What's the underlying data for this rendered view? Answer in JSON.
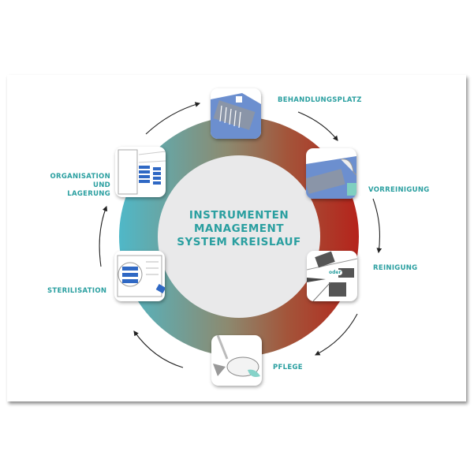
{
  "title": [
    "INSTRUMENTEN",
    "MANAGEMENT",
    "SYSTEM KREISLAUF"
  ],
  "steps": [
    {
      "label": "BEHANDLUNGSPLATZ",
      "icon": "treatment-tray-icon"
    },
    {
      "label": "VORREINIGUNG",
      "icon": "pre-cleaning-icon"
    },
    {
      "label": "REINIGUNG",
      "icon": "cleaning-icon",
      "badge": "oder"
    },
    {
      "label": "PFLEGE",
      "icon": "care-oil-icon"
    },
    {
      "label": "STERILISATION",
      "icon": "sterilizer-icon"
    },
    {
      "label": "ORGANISATION",
      "label2": "UND LAGERUNG",
      "icon": "storage-cabinet-icon"
    }
  ],
  "colors": {
    "text": "#2a9fa0",
    "warm": "#b2281e",
    "cool": "#4fb3c4",
    "blue": "#2f68c4"
  }
}
